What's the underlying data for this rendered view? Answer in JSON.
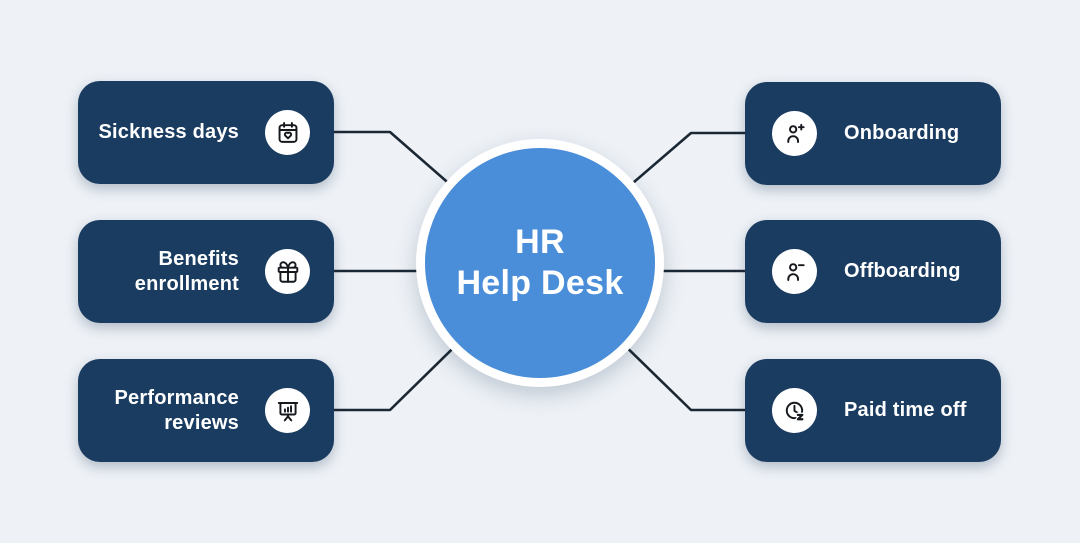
{
  "diagram": {
    "hub": {
      "title_line1": "HR",
      "title_line2": "Help Desk"
    },
    "left_nodes": [
      {
        "label": "Sickness days",
        "icon": "calendar-heart-icon"
      },
      {
        "label": "Benefits\nenrollment",
        "icon": "gift-icon"
      },
      {
        "label": "Performance\nreviews",
        "icon": "presentation-chart-icon"
      }
    ],
    "right_nodes": [
      {
        "label": "Onboarding",
        "icon": "user-plus-icon"
      },
      {
        "label": "Offboarding",
        "icon": "user-minus-icon"
      },
      {
        "label": "Paid time off",
        "icon": "clock-snooze-icon"
      }
    ]
  },
  "colors": {
    "page-bg": "#eef2f7",
    "node-bg": "#1b3c61",
    "node-text": "#ffffff",
    "hub-bg": "#4a8dd9",
    "hub-ring": "#ffffff",
    "hub-text": "#ffffff",
    "connector": "#1b2733",
    "icon-stroke": "#15181d",
    "icon-bg": "#ffffff"
  }
}
